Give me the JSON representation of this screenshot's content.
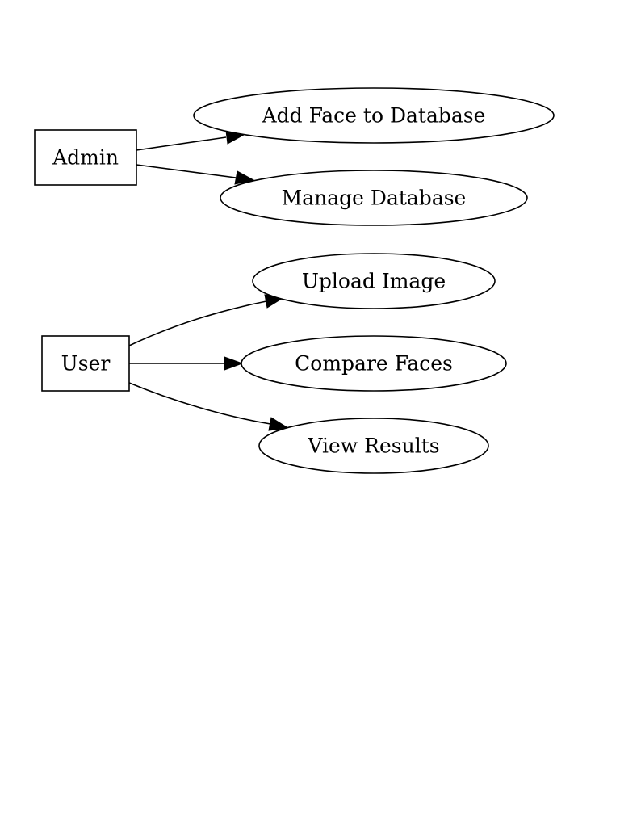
{
  "actors": [
    {
      "id": "admin",
      "label": "Admin",
      "use_cases": [
        {
          "id": "add-face",
          "label": "Add Face to Database"
        },
        {
          "id": "manage-db",
          "label": "Manage Database"
        }
      ]
    },
    {
      "id": "user",
      "label": "User",
      "use_cases": [
        {
          "id": "upload-image",
          "label": "Upload Image"
        },
        {
          "id": "compare-faces",
          "label": "Compare Faces"
        },
        {
          "id": "view-results",
          "label": "View Results"
        }
      ]
    }
  ]
}
